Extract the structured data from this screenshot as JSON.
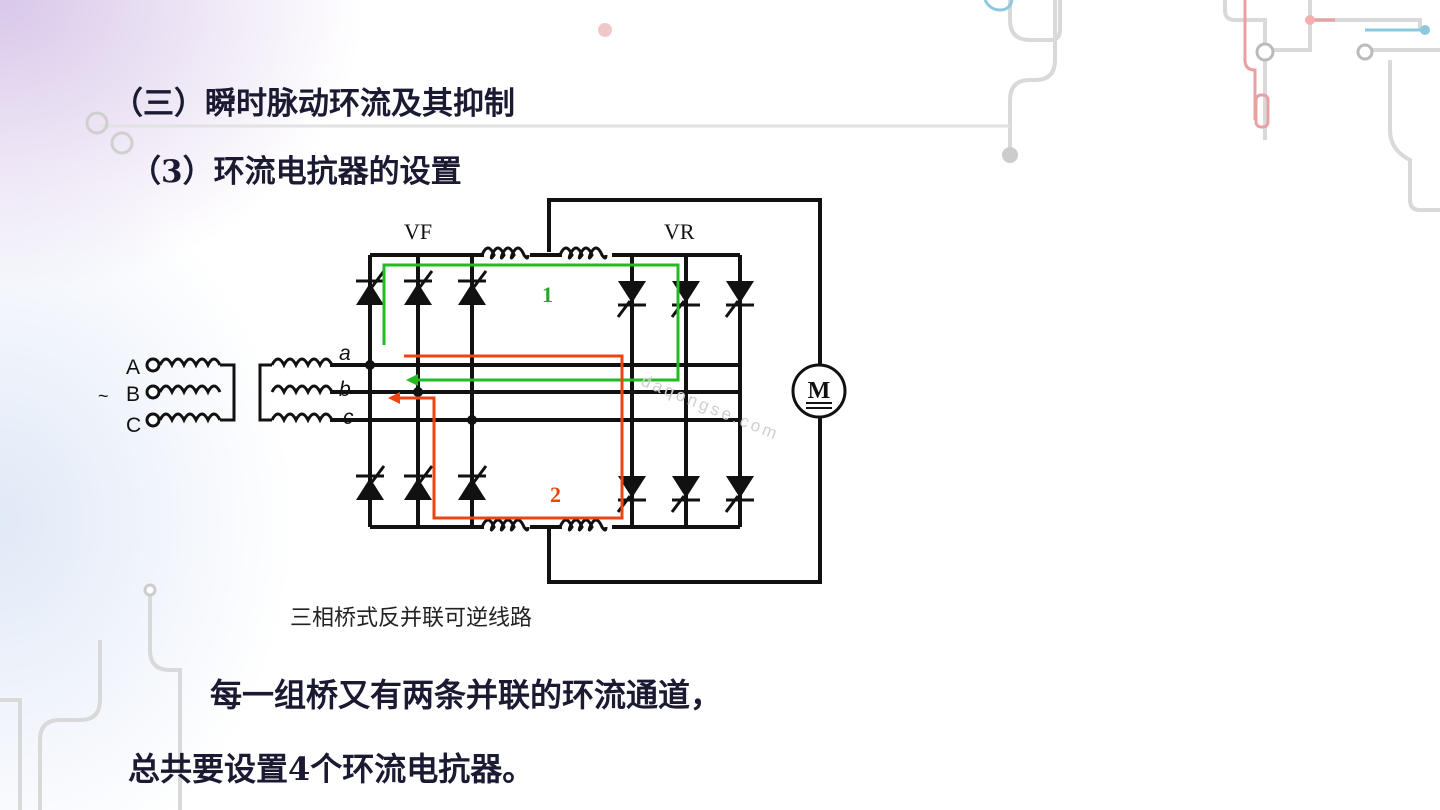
{
  "title_main": "（三）瞬时脉动环流及其抑制",
  "title_sub": "（3）环流电抗器的设置",
  "diagram": {
    "bridge_forward_label": "VF",
    "bridge_reverse_label": "VR",
    "path1_label": "1",
    "path2_label": "2",
    "motor_label": "M",
    "source_symbol": "~",
    "phase_labels": [
      "A",
      "B",
      "C"
    ],
    "bus_labels": [
      "a",
      "b",
      "c"
    ],
    "watermark": "daqongse.com",
    "colors": {
      "path1": "#22bb22",
      "path2": "#ee4411",
      "wire": "#111111"
    }
  },
  "caption": "三相桥式反并联可逆线路",
  "body_line1": "每一组桥又有两条并联的环流通道，",
  "body_line2": "总共要设置4个环流电抗器。"
}
